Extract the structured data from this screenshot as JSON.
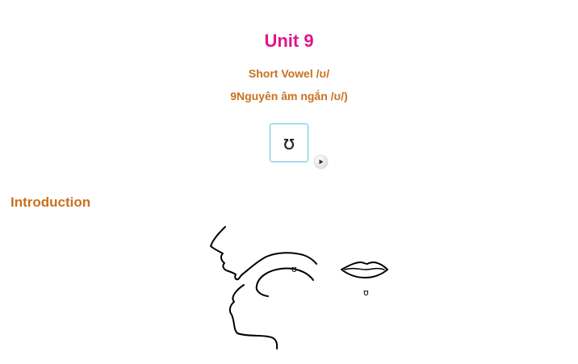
{
  "unit": {
    "title": "Unit 9"
  },
  "lesson": {
    "title_en": "Short Vowel /ʊ/",
    "title_vi": "9Nguyên âm ngắn /ʊ/)",
    "symbol": "ʊ",
    "play_icon": "play-icon"
  },
  "introduction": {
    "heading": "Introduction",
    "mouth_label": "ʊ",
    "lips_label": "ʊ"
  },
  "colors": {
    "unit_title": "#e0168a",
    "subtitle": "#c8711f",
    "symbol_border": "#5bc2e7"
  }
}
